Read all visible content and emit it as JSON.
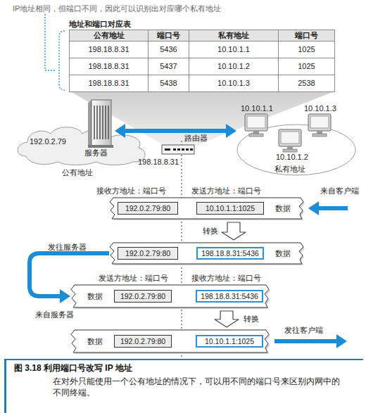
{
  "diagram": {
    "caption": "图 3.18 利用端口号改写 IP 地址",
    "nodes": [
      {
        "text": [
          "地址和端口对应表"
        ]
      },
      {
        "text": [
          "192.0.2.79",
          "公有地址"
        ]
      },
      {
        "text": [
          "服务器"
        ],
        "in": 1
      },
      {
        "text": [
          "路由器",
          "198.18.8.31"
        ]
      },
      {
        "text": [
          "私有地址"
        ]
      },
      {
        "text": [
          "10.10.1.1"
        ],
        "in": 4
      },
      {
        "text": [
          "10.10.1.3"
        ],
        "in": 4
      },
      {
        "text": [
          "10.10.1.2"
        ],
        "in": 4
      },
      {
        "text": [
          "数据"
        ]
      },
      {
        "text": [
          "192.0.2.79:80"
        ],
        "in": 8
      },
      {
        "text": [
          "10.10.1.1:1025"
        ],
        "in": 8
      },
      {
        "text": [
          "数据"
        ]
      },
      {
        "text": [
          "192.0.2.79:80"
        ],
        "in": 11
      },
      {
        "text": [
          "198.18.8.31:5436"
        ],
        "in": 11
      },
      {
        "text": [
          "数据"
        ]
      },
      {
        "text": [
          "192.0.2.79:80"
        ],
        "in": 14
      },
      {
        "text": [
          "198.18.8.31:5436"
        ],
        "in": 14
      },
      {
        "text": [
          "数据"
        ]
      },
      {
        "text": [
          "192.0.2.79:80"
        ],
        "in": 17
      },
      {
        "text": [
          "10.10.1.1:1025"
        ],
        "in": 17
      }
    ],
    "edges": [
      {
        "from": 2,
        "to": 4,
        "arrow": "both"
      },
      {
        "from": 8,
        "to": 11,
        "label": "转换",
        "arrow": "to"
      },
      {
        "from": 11,
        "to": 14,
        "arrow": "to"
      },
      {
        "from": 14,
        "to": 17,
        "label": "转换",
        "arrow": "to"
      }
    ],
    "labels": [
      "IP地址相同，但端口不同，因此可以识别出对应哪个私有地址",
      "公有地址",
      "端口号",
      "私有地址",
      "端口号",
      "198.18.8.31",
      "5436",
      "10.10.1.1",
      "1025",
      "198.18.8.31",
      "5437",
      "10.10.1.2",
      "1025",
      "198.18.8.31",
      "5438",
      "10.10.1.3",
      "2538",
      "接收方地址：端口号",
      "发送方地址：端口号",
      "来自客户端",
      "发往服务器",
      "发送方地址：端口号",
      "接收方地址：端口号",
      "来自服务器",
      "发往客户端",
      "在对外只能使用一个公有地址的情况下，可以用不同的端口号来区别内网中的不同终端。"
    ]
  }
}
